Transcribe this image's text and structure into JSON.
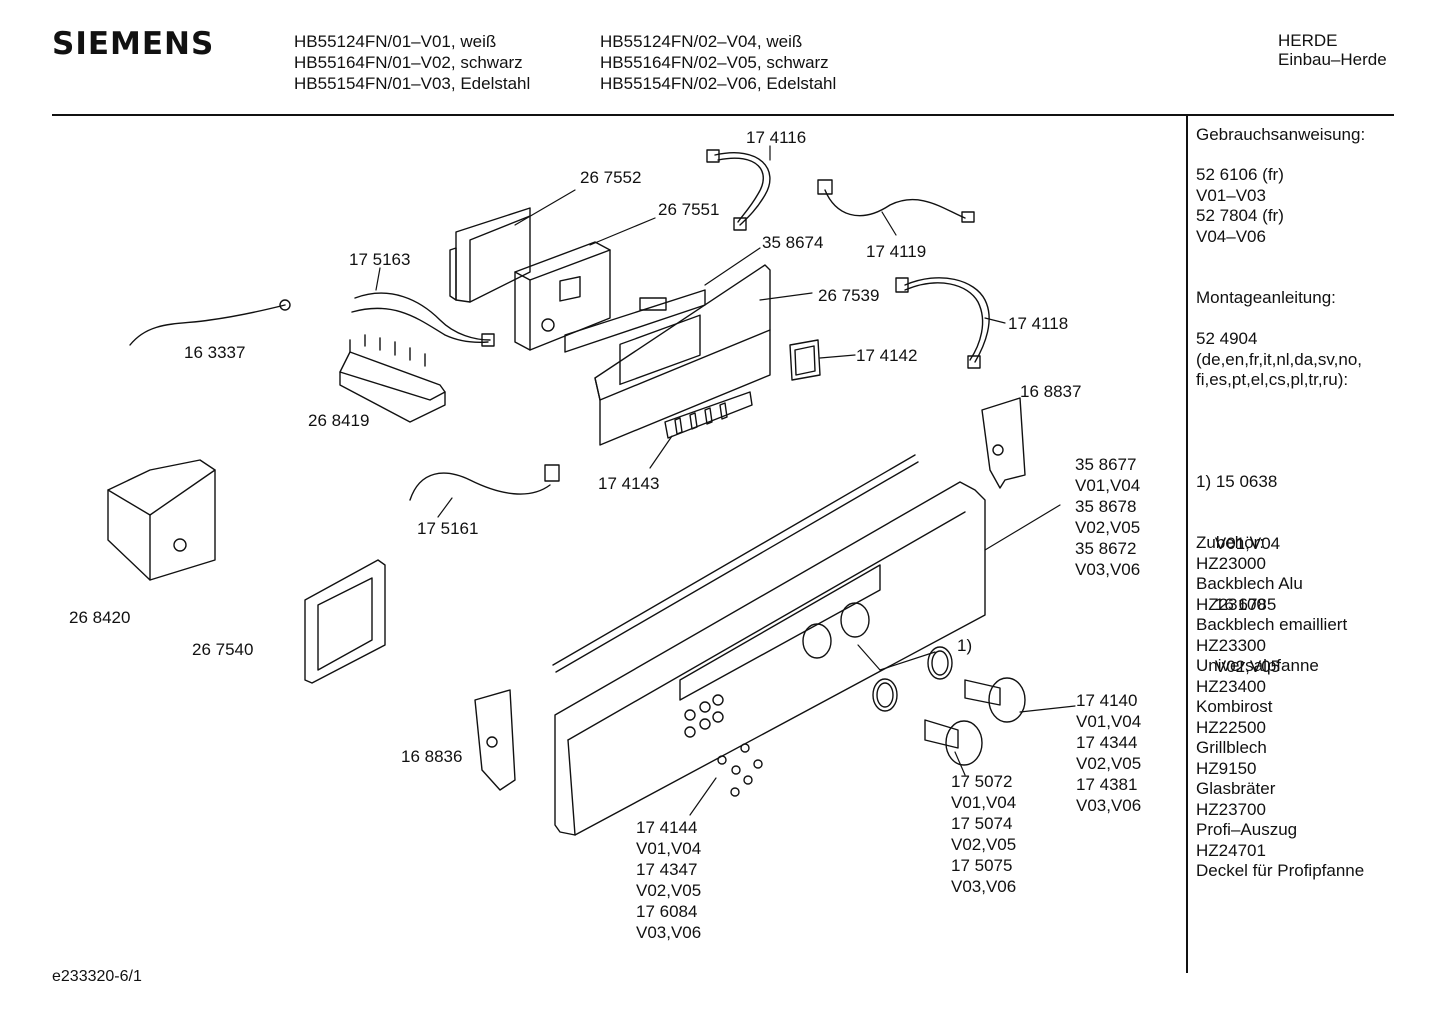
{
  "header": {
    "brand": "SIEMENS",
    "models_col1": [
      "HB55124FN/01–V01, weiß",
      "HB55164FN/01–V02, schwarz",
      "HB55154FN/01–V03, Edelstahl"
    ],
    "models_col2": [
      "HB55124FN/02–V04, weiß",
      "HB55164FN/02–V05, schwarz",
      "HB55154FN/02–V06, Edelstahl"
    ],
    "category": [
      "HERDE",
      "Einbau–Herde"
    ]
  },
  "sidebar": {
    "manual_title": "Gebrauchsanweisung:",
    "manual_lines": [
      "52 6106 (fr)",
      "V01–V03",
      "52 7804 (fr)",
      "V04–V06"
    ],
    "assembly_title": "Montageanleitung:",
    "assembly_lines": [
      "52 4904",
      "(de,en,fr,it,nl,da,sv,no,",
      "fi,es,pt,el,cs,pl,tr,ru):"
    ],
    "note_lines": [
      "1) 15 0638",
      "    V01,V04",
      "    16 6785",
      "    V02,V05"
    ],
    "accessories_title": "Zubehör:",
    "accessories": [
      "HZ23000",
      "Backblech Alu",
      "HZ23100",
      "Backblech emailliert",
      "HZ23300",
      "Universalpfanne",
      "HZ23400",
      "Kombirost",
      "HZ22500",
      "Grillblech",
      "HZ9150",
      "Glasbräter",
      "HZ23700",
      "Profi–Auszug",
      "HZ24701",
      "Deckel für Profipfanne"
    ]
  },
  "parts": {
    "p174116": "17 4116",
    "p267552": "26 7552",
    "p267551": "26 7551",
    "p174119": "17 4119",
    "p358674": "35 8674",
    "p175163": "17 5163",
    "p267539": "26 7539",
    "p174118": "17 4118",
    "p163337": "16 3337",
    "p174142": "17 4142",
    "p268419": "26 8419",
    "p168837": "16 8837",
    "p174143": "17 4143",
    "p175161": "17 5161",
    "panel": [
      "35 8677",
      "V01,V04",
      "35 8678",
      "V02,V05",
      "35 8672",
      "V03,V06"
    ],
    "p268420": "26 8420",
    "p267540": "26 7540",
    "note_ref": "1)",
    "knob": [
      "17 4140",
      "V01,V04",
      "17 4344",
      "V02,V05",
      "17 4381",
      "V03,V06"
    ],
    "p168836": "16 8836",
    "screws": [
      "17 4144",
      "V01,V04",
      "17 4347",
      "V02,V05",
      "17 6084",
      "V03,V06"
    ],
    "knob2": [
      "17 5072",
      "V01,V04",
      "17 5074",
      "V02,V05",
      "17 5075",
      "V03,V06"
    ]
  },
  "footer": {
    "ref": "e233320-6/1"
  }
}
